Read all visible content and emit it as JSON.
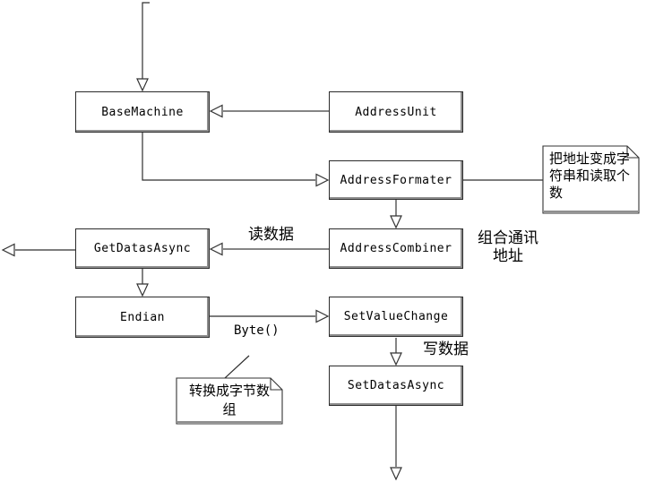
{
  "diagram": {
    "title": "address-data-flow-class-diagram",
    "nodes": {
      "base_machine": {
        "label": "BaseMachine"
      },
      "address_unit": {
        "label": "AddressUnit"
      },
      "address_formater": {
        "label": "AddressFormater"
      },
      "address_combiner": {
        "label": "AddressCombiner"
      },
      "get_datas_async": {
        "label": "GetDatasAsync"
      },
      "endian": {
        "label": "Endian"
      },
      "set_value_change": {
        "label": "SetValueChange"
      },
      "set_datas_async": {
        "label": "SetDatasAsync"
      }
    },
    "notes": {
      "format_note": {
        "text": "把地址变成字\n符串和读取个\n数"
      },
      "byte_note": {
        "text": "转换成字节数\n组"
      }
    },
    "edge_labels": {
      "read_data": "读数据",
      "combine_address": "组合通讯\n地址",
      "write_data": "写数据",
      "byte_method": "Byte()"
    },
    "colors": {
      "background": "#ffffff",
      "box_border": "#2b2b2b",
      "box_shadow": "#8f8f8f",
      "connector_gray": "#858585",
      "connector_black": "#2e2e2e",
      "text": "#000000"
    }
  }
}
